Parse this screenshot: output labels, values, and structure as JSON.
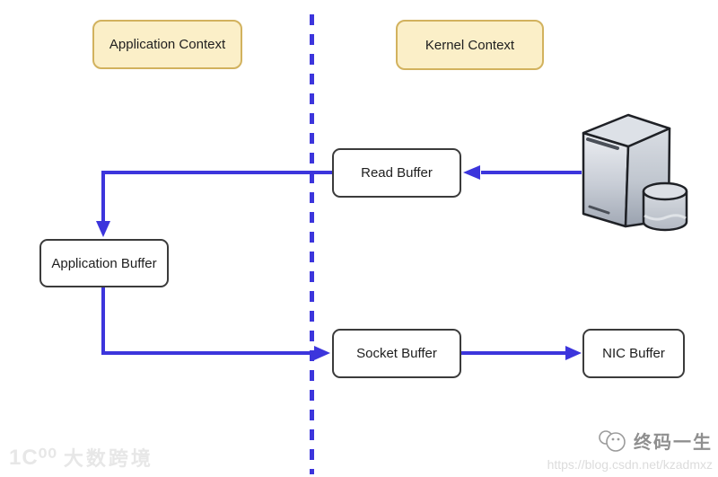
{
  "diagram": {
    "contexts": {
      "application": "Application Context",
      "kernel": "Kernel Context"
    },
    "nodes": {
      "read_buffer": "Read Buffer",
      "application_buffer": "Application Buffer",
      "socket_buffer": "Socket Buffer",
      "nic_buffer": "NIC Buffer"
    },
    "flows": [
      {
        "from": "server",
        "to": "read_buffer"
      },
      {
        "from": "read_buffer",
        "to": "application_buffer"
      },
      {
        "from": "application_buffer",
        "to": "socket_buffer"
      },
      {
        "from": "socket_buffer",
        "to": "nic_buffer"
      }
    ],
    "icons": {
      "server": "server-with-disk-icon"
    },
    "colors": {
      "arrow_blue": "#3C35DC",
      "context_box_fill": "#FBEFC8",
      "context_box_border": "#D2B25E",
      "node_fill": "#FFFFFF",
      "node_border": "#3B3B3B"
    }
  },
  "watermarks": {
    "bottom_left": {
      "logo": "1Ϲ⁰⁰",
      "text": "大数跨境"
    },
    "bottom_right": {
      "brand": "终码一生",
      "url": "https://blog.csdn.net/kzadmxz"
    }
  }
}
